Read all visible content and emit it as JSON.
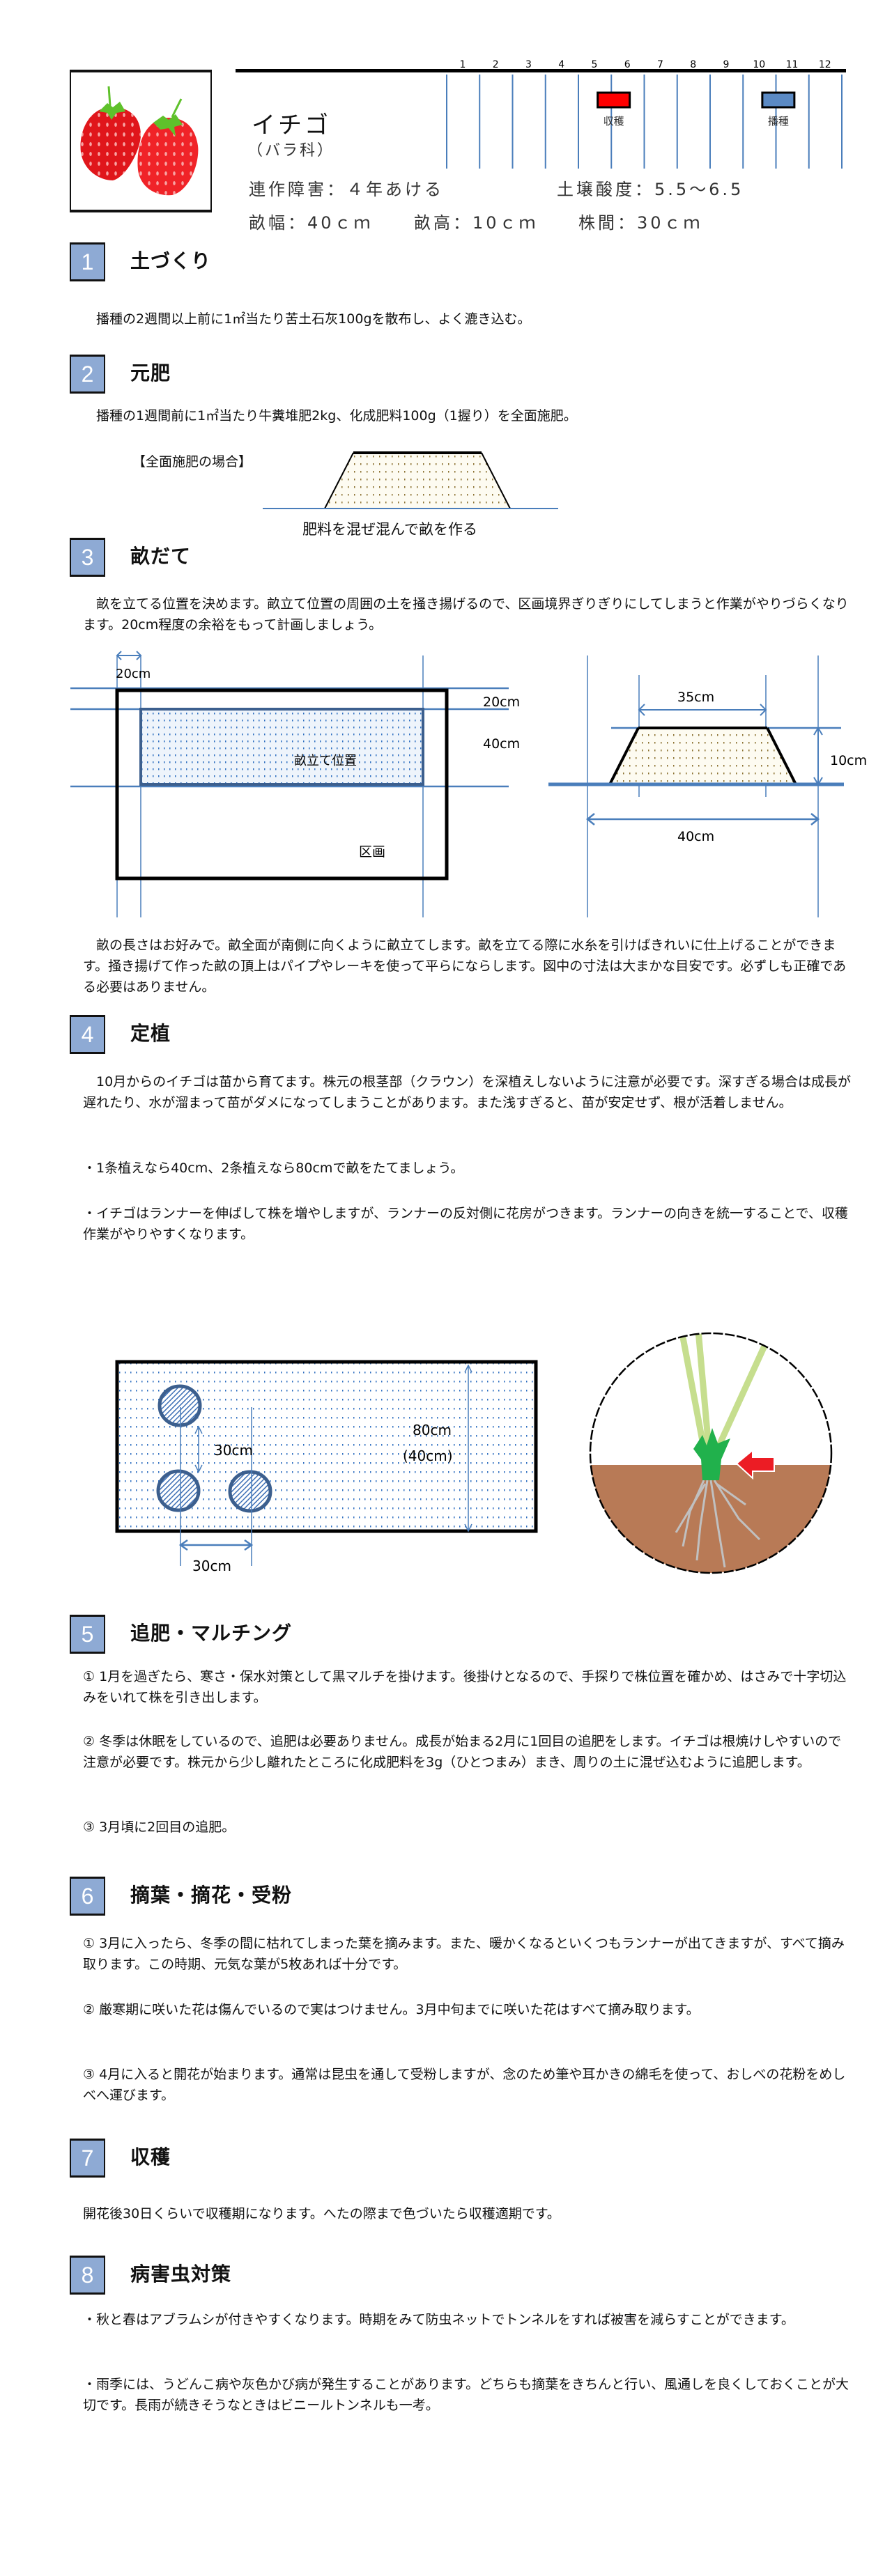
{
  "header": {
    "title": "イチゴ",
    "family": "（バラ科）",
    "months": [
      "1",
      "2",
      "3",
      "4",
      "5",
      "6",
      "7",
      "8",
      "9",
      "10",
      "11",
      "12"
    ],
    "harvest_label": "収穫",
    "sowing_label": "播種",
    "harvest_color": "#ff0000",
    "sowing_color": "#5b8ac4",
    "rotation": "連作障害：４年あける",
    "soil_ph": "土壌酸度：5.5〜6.5",
    "bed_width": "畝幅：40ｃｍ",
    "bed_height": "畝高：10ｃｍ",
    "plant_spacing": "株間：30ｃｍ"
  },
  "sections": [
    {
      "num": "1",
      "title": "土づくり",
      "paras": [
        "播種の2週間以上前に1㎡当たり苦土石灰100gを散布し、よく漉き込む。"
      ]
    },
    {
      "num": "2",
      "title": "元肥",
      "paras": [
        "播種の1週間前に1㎡当たり牛糞堆肥2kg、化成肥料100g（1握り）を全面施肥。"
      ],
      "diagram": {
        "label": "【全面施肥の場合】",
        "caption": "肥料を混ぜ混んで畝を作る"
      }
    },
    {
      "num": "3",
      "title": "畝だて",
      "paras": [
        "畝を立てる位置を決めます。畝立て位置の周囲の土を掻き揚げるので、区画境界ぎりぎりにしてしまうと作業がやりづらくなります。20cm程度の余裕をもって計画しましょう。",
        "畝の長さはお好みで。畝全面が南側に向くように畝立てします。畝を立てる際に水糸を引けばきれいに仕上げることができます。掻き揚げて作った畝の頂上はパイプやレーキを使って平らにならします。図中の寸法は大まかな目安です。必ずしも正確である必要はありません。"
      ],
      "diagram": {
        "margin_top": "20cm",
        "margin_side": "20cm",
        "bed_width": "40cm",
        "bed_label": "畝立て位置",
        "plot_label": "区画",
        "top_width": "35cm",
        "height": "10cm",
        "base_width": "40cm"
      }
    },
    {
      "num": "4",
      "title": "定植",
      "paras": [
        "10月からのイチゴは苗から育てます。株元の根茎部（クラウン）を深植えしないように注意が必要です。深すぎる場合は成長が遅れたり、水が溜まって苗がダメになってしまうことがあります。また浅すぎると、苗が安定せず、根が活着しません。",
        "・1条植えなら40cm、2条植えなら80cmで畝をたてましょう。",
        "・イチゴはランナーを伸ばして株を増やしますが、ランナーの反対側に花房がつきます。ランナーの向きを統一することで、収穫作業がやりやすくなります。"
      ],
      "diagram": {
        "row_spacing": "30cm",
        "plant_spacing": "30cm",
        "bed_width": "80cm",
        "bed_width_alt": "(40cm)"
      }
    },
    {
      "num": "5",
      "title": "追肥・マルチング",
      "paras": [
        "①  1月を過ぎたら、寒さ・保水対策として黒マルチを掛けます。後掛けとなるので、手探りで株位置を確かめ、はさみで十字切込みをいれて株を引き出します。",
        "②  冬季は休眠をしているので、追肥は必要ありません。成長が始まる2月に1回目の追肥をします。イチゴは根焼けしやすいので注意が必要です。株元から少し離れたところに化成肥料を3g（ひとつまみ）まき、周りの土に混ぜ込むように追肥します。",
        "③  3月頃に2回目の追肥。"
      ]
    },
    {
      "num": "6",
      "title": "摘葉・摘花・受粉",
      "paras": [
        "①  3月に入ったら、冬季の間に枯れてしまった葉を摘みます。また、暖かくなるといくつもランナーが出てきますが、すべて摘み取ります。この時期、元気な葉が5枚あれば十分です。",
        "②  厳寒期に咲いた花は傷んでいるので実はつけません。3月中旬までに咲いた花はすべて摘み取ります。",
        "③  4月に入ると開花が始まります。通常は昆虫を通して受粉しますが、念のため筆や耳かきの綿毛を使って、おしべの花粉をめしべへ運びます。"
      ]
    },
    {
      "num": "7",
      "title": "収穫",
      "paras": [
        "開花後30日くらいで収穫期になります。へたの際まで色づいたら収穫適期です。"
      ]
    },
    {
      "num": "8",
      "title": "病害虫対策",
      "paras": [
        "・秋と春はアブラムシが付きやすくなります。時期をみて防虫ネットでトンネルをすれば被害を減らすことができます。",
        "・雨季には、うどんこ病や灰色かび病が発生することがあります。どちらも摘葉をきちんと行い、風通しを良くしておくことが大切です。長雨が続きそうなときはビニールトンネルも一考。"
      ]
    }
  ]
}
